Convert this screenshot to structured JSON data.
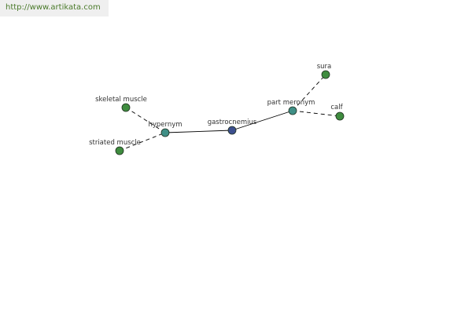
{
  "banner": {
    "url": "http://www.artikata.com"
  },
  "colors": {
    "center_node": "#3c4f8e",
    "relation_node": "#3f8f86",
    "leaf_node": "#3f8c3f",
    "node_stroke": "#1f2f1f",
    "solid_edge": "#000000",
    "dashed_edge": "#000000"
  },
  "graph": {
    "nodes": [
      {
        "id": "gastrocnemius",
        "label": "gastrocnemius",
        "kind": "center"
      },
      {
        "id": "hypernym",
        "label": "hypernym",
        "kind": "relation"
      },
      {
        "id": "part_meronym",
        "label": "part meronym",
        "kind": "relation"
      },
      {
        "id": "skeletal_muscle",
        "label": "skeletal muscle",
        "kind": "leaf"
      },
      {
        "id": "striated_muscle",
        "label": "striated muscle",
        "kind": "leaf"
      },
      {
        "id": "sura",
        "label": "sura",
        "kind": "leaf"
      },
      {
        "id": "calf",
        "label": "calf",
        "kind": "leaf"
      }
    ],
    "edges": [
      {
        "from": "hypernym",
        "to": "gastrocnemius",
        "style": "solid"
      },
      {
        "from": "gastrocnemius",
        "to": "part_meronym",
        "style": "solid"
      },
      {
        "from": "skeletal_muscle",
        "to": "hypernym",
        "style": "dashed"
      },
      {
        "from": "striated_muscle",
        "to": "hypernym",
        "style": "dashed"
      },
      {
        "from": "part_meronym",
        "to": "sura",
        "style": "dashed"
      },
      {
        "from": "part_meronym",
        "to": "calf",
        "style": "dashed"
      }
    ]
  }
}
